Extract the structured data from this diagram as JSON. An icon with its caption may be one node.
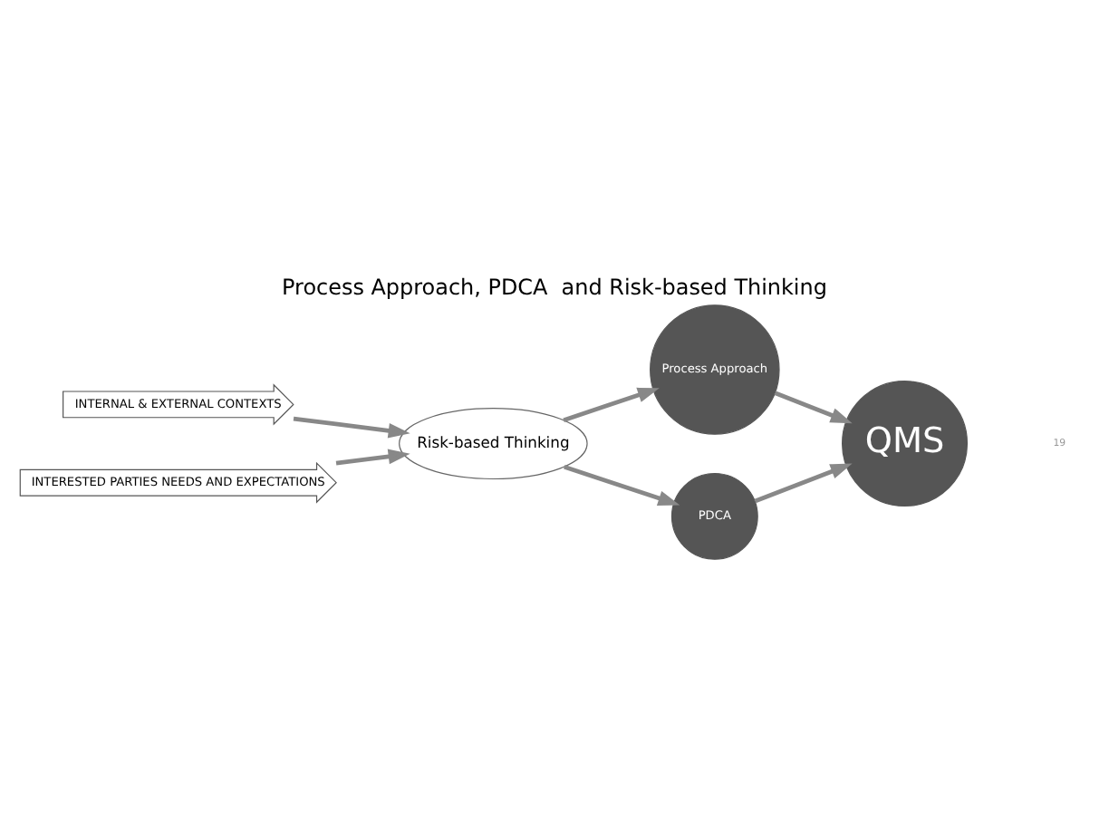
{
  "diagram": {
    "title": "Process Approach, PDCA  and Risk-based Thinking",
    "nodes": [
      {
        "text": [
          "INTERNAL & EXTERNAL CONTEXTS"
        ]
      },
      {
        "text": [
          "INTERESTED PARTIES NEEDS AND EXPECTATIONS"
        ]
      },
      {
        "text": [
          "Risk-based Thinking"
        ]
      },
      {
        "text": [
          "Process Approach"
        ]
      },
      {
        "text": [
          "PDCA"
        ]
      },
      {
        "text": [
          "QMS"
        ]
      }
    ],
    "edges": [
      {
        "from": 0,
        "to": 2,
        "arrow": "to"
      },
      {
        "from": 1,
        "to": 2,
        "arrow": "to"
      },
      {
        "from": 2,
        "to": 3,
        "arrow": "to"
      },
      {
        "from": 2,
        "to": 4,
        "arrow": "to"
      },
      {
        "from": 3,
        "to": 5,
        "arrow": "to"
      },
      {
        "from": 4,
        "to": 5,
        "arrow": "to"
      }
    ],
    "labels": [
      "19"
    ]
  }
}
